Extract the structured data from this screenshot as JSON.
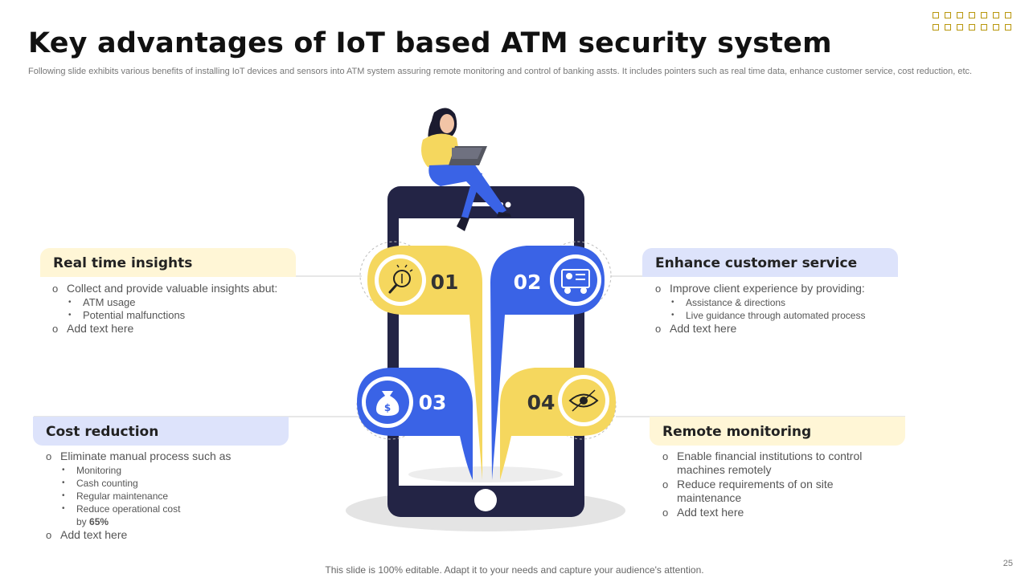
{
  "slide": {
    "title": "Key advantages of IoT based ATM security system",
    "subtitle": "Following slide exhibits various benefits of installing IoT devices and sensors into ATM system assuring remote monitoring and control of banking assts. It includes pointers such as real time data, enhance customer service, cost reduction, etc.",
    "footer": "This slide is 100% editable. Adapt it to your needs and capture your audience's attention.",
    "page_number": "25"
  },
  "colors": {
    "yellow": "#f5d75e",
    "blue": "#3a63e6",
    "phone": "#232445",
    "pale_yellow": "#fff6d6",
    "pale_blue": "#dde3fb"
  },
  "bubbles": [
    {
      "number": "01",
      "icon": "idea-search-icon",
      "color": "yellow"
    },
    {
      "number": "02",
      "icon": "customer-service-icon",
      "color": "blue"
    },
    {
      "number": "03",
      "icon": "money-bag-icon",
      "color": "blue"
    },
    {
      "number": "04",
      "icon": "eye-monitoring-icon",
      "color": "yellow"
    }
  ],
  "real_time": {
    "heading": "Real time insights",
    "p1": "Collect and provide valuable insights abut:",
    "b1": "ATM usage",
    "b2": "Potential malfunctions",
    "p2": "Add text here"
  },
  "customer": {
    "heading": "Enhance customer service",
    "p1": "Improve client experience by providing:",
    "b1": "Assistance & directions",
    "b2": "Live guidance through automated process",
    "p2": "Add text here"
  },
  "cost": {
    "heading": "Cost reduction",
    "p1": "Eliminate manual process such as",
    "b1": "Monitoring",
    "b2": "Cash counting",
    "b3": "Regular maintenance",
    "b4a": "Reduce operational cost",
    "b4b": "by",
    "b4c": "65%",
    "p2": "Add text here"
  },
  "remote": {
    "heading": "Remote monitoring",
    "p1a": "Enable financial institutions to control",
    "p1b": "machines remotely",
    "p2a": "Reduce requirements of on site",
    "p2b": "maintenance",
    "p3": "Add text here"
  }
}
